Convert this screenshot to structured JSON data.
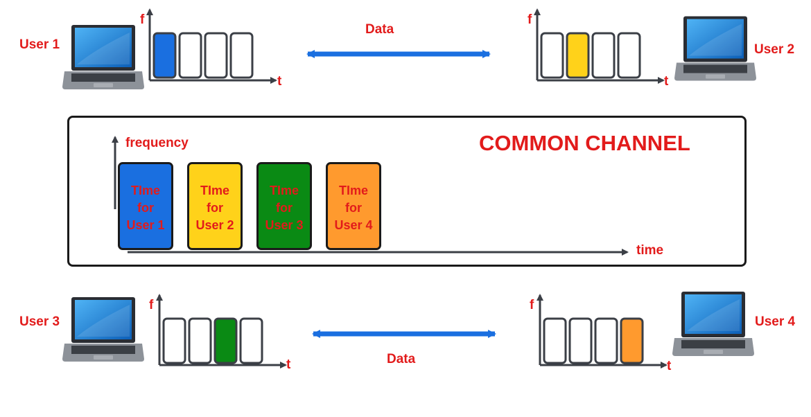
{
  "users": [
    {
      "label": "User 1",
      "active_slot": 0
    },
    {
      "label": "User 2",
      "active_slot": 1
    },
    {
      "label": "User 3",
      "active_slot": 2
    },
    {
      "label": "User 4",
      "active_slot": 3
    }
  ],
  "axis": {
    "f": "f",
    "t": "t"
  },
  "links": {
    "top": "Data",
    "bottom": "Data"
  },
  "channel": {
    "title": "COMMON CHANNEL",
    "y_label": "frequency",
    "x_label": "time",
    "slots": [
      {
        "line1": "TIme",
        "line2": "for",
        "line3": "User 1",
        "color": "#1a6fe0"
      },
      {
        "line1": "TIme",
        "line2": "for",
        "line3": "User 2",
        "color": "#ffd21a"
      },
      {
        "line1": "TIme",
        "line2": "for",
        "line3": "User 3",
        "color": "#0a8a14"
      },
      {
        "line1": "TIme",
        "line2": "for",
        "line3": "User 4",
        "color": "#ff9a2e"
      }
    ]
  },
  "colors": {
    "accent_red": "#e21b1b",
    "arrow_blue": "#1a6fe0",
    "outline": "#3b3f46"
  }
}
